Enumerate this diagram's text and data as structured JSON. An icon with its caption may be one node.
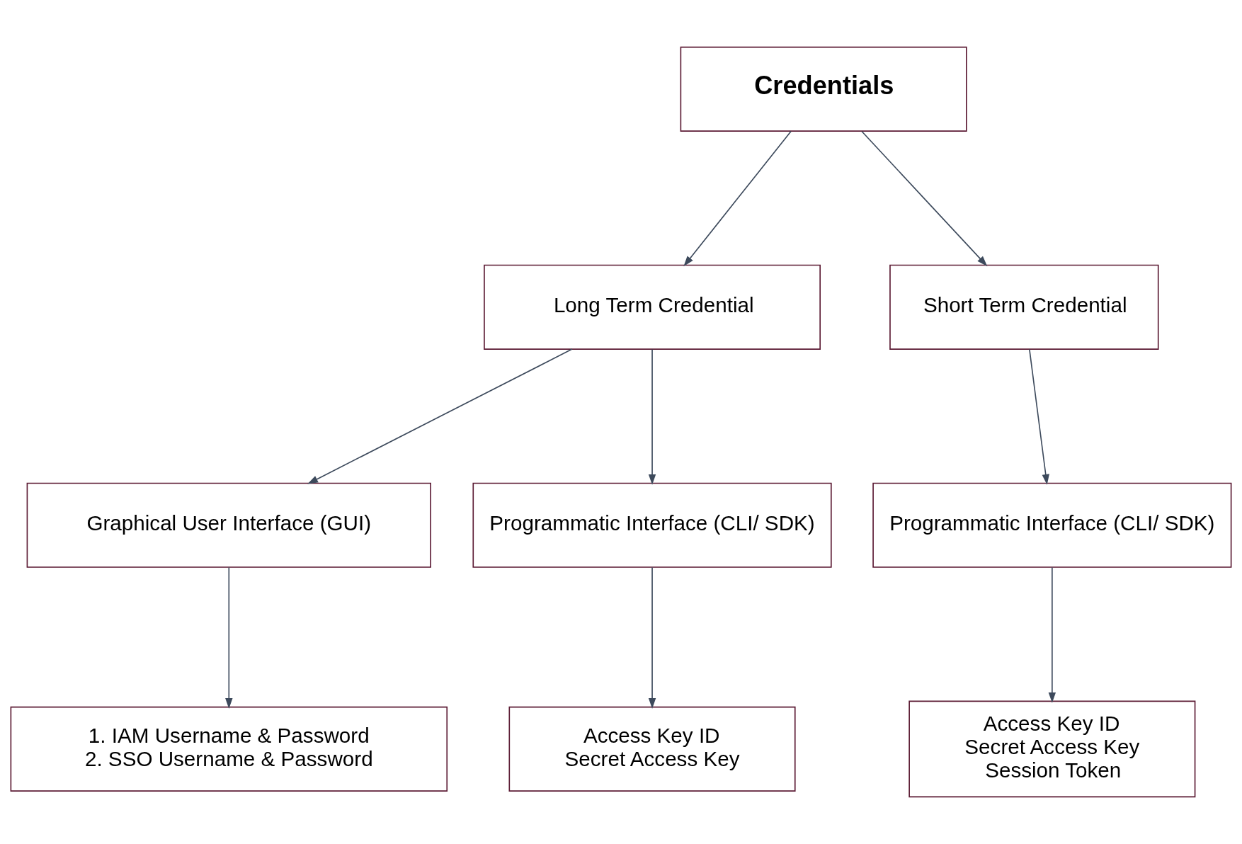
{
  "diagram": {
    "nodes": [
      {
        "text": [
          "Credentials"
        ]
      },
      {
        "text": [
          "Long Term Credential"
        ]
      },
      {
        "text": [
          "Short Term Credential"
        ]
      },
      {
        "text": [
          "Graphical User Interface (GUI)"
        ]
      },
      {
        "text": [
          "Programmatic Interface (CLI/ SDK)"
        ]
      },
      {
        "text": [
          "Programmatic Interface (CLI/ SDK)"
        ]
      },
      {
        "text": [
          "1. IAM Username & Password",
          "2. SSO Username & Password"
        ]
      },
      {
        "text": [
          "Access Key ID",
          "Secret Access Key"
        ]
      },
      {
        "text": [
          "Access Key ID",
          "Secret Access Key",
          "Session Token"
        ]
      }
    ],
    "edges": [
      {
        "from": 0,
        "to": 1,
        "arrow": "to"
      },
      {
        "from": 0,
        "to": 2,
        "arrow": "to"
      },
      {
        "from": 1,
        "to": 3,
        "arrow": "to"
      },
      {
        "from": 1,
        "to": 4,
        "arrow": "to"
      },
      {
        "from": 2,
        "to": 5,
        "arrow": "to"
      },
      {
        "from": 3,
        "to": 6,
        "arrow": "to"
      },
      {
        "from": 4,
        "to": 7,
        "arrow": "to"
      },
      {
        "from": 5,
        "to": 8,
        "arrow": "to"
      }
    ]
  }
}
